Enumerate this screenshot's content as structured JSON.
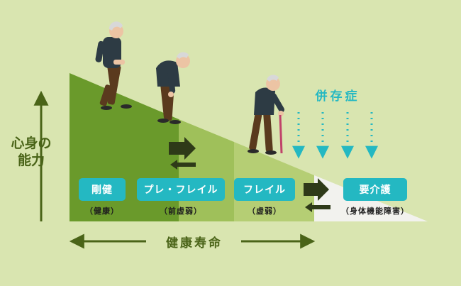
{
  "axis": {
    "y_label_line1": "心身の",
    "y_label_line2": "能力",
    "x_label": "健康寿命"
  },
  "comorbidity_label": "併存症",
  "stages": [
    {
      "label": "剛健",
      "sub": "（健康）"
    },
    {
      "label": "プレ・フレイル",
      "sub": "（前虚弱）"
    },
    {
      "label": "フレイル",
      "sub": "（虚弱）"
    },
    {
      "label": "要介護",
      "sub": "（身体機能障害）"
    }
  ],
  "colors": {
    "background": "#d9e5b0",
    "healthy": "#6a9a2b",
    "prefrail": "#9fc05a",
    "frail": "#bcd37f",
    "care": "#f2f2ee",
    "accent": "#24b8c2",
    "arrow": "#2e3a18",
    "axis": "#4a6418"
  }
}
